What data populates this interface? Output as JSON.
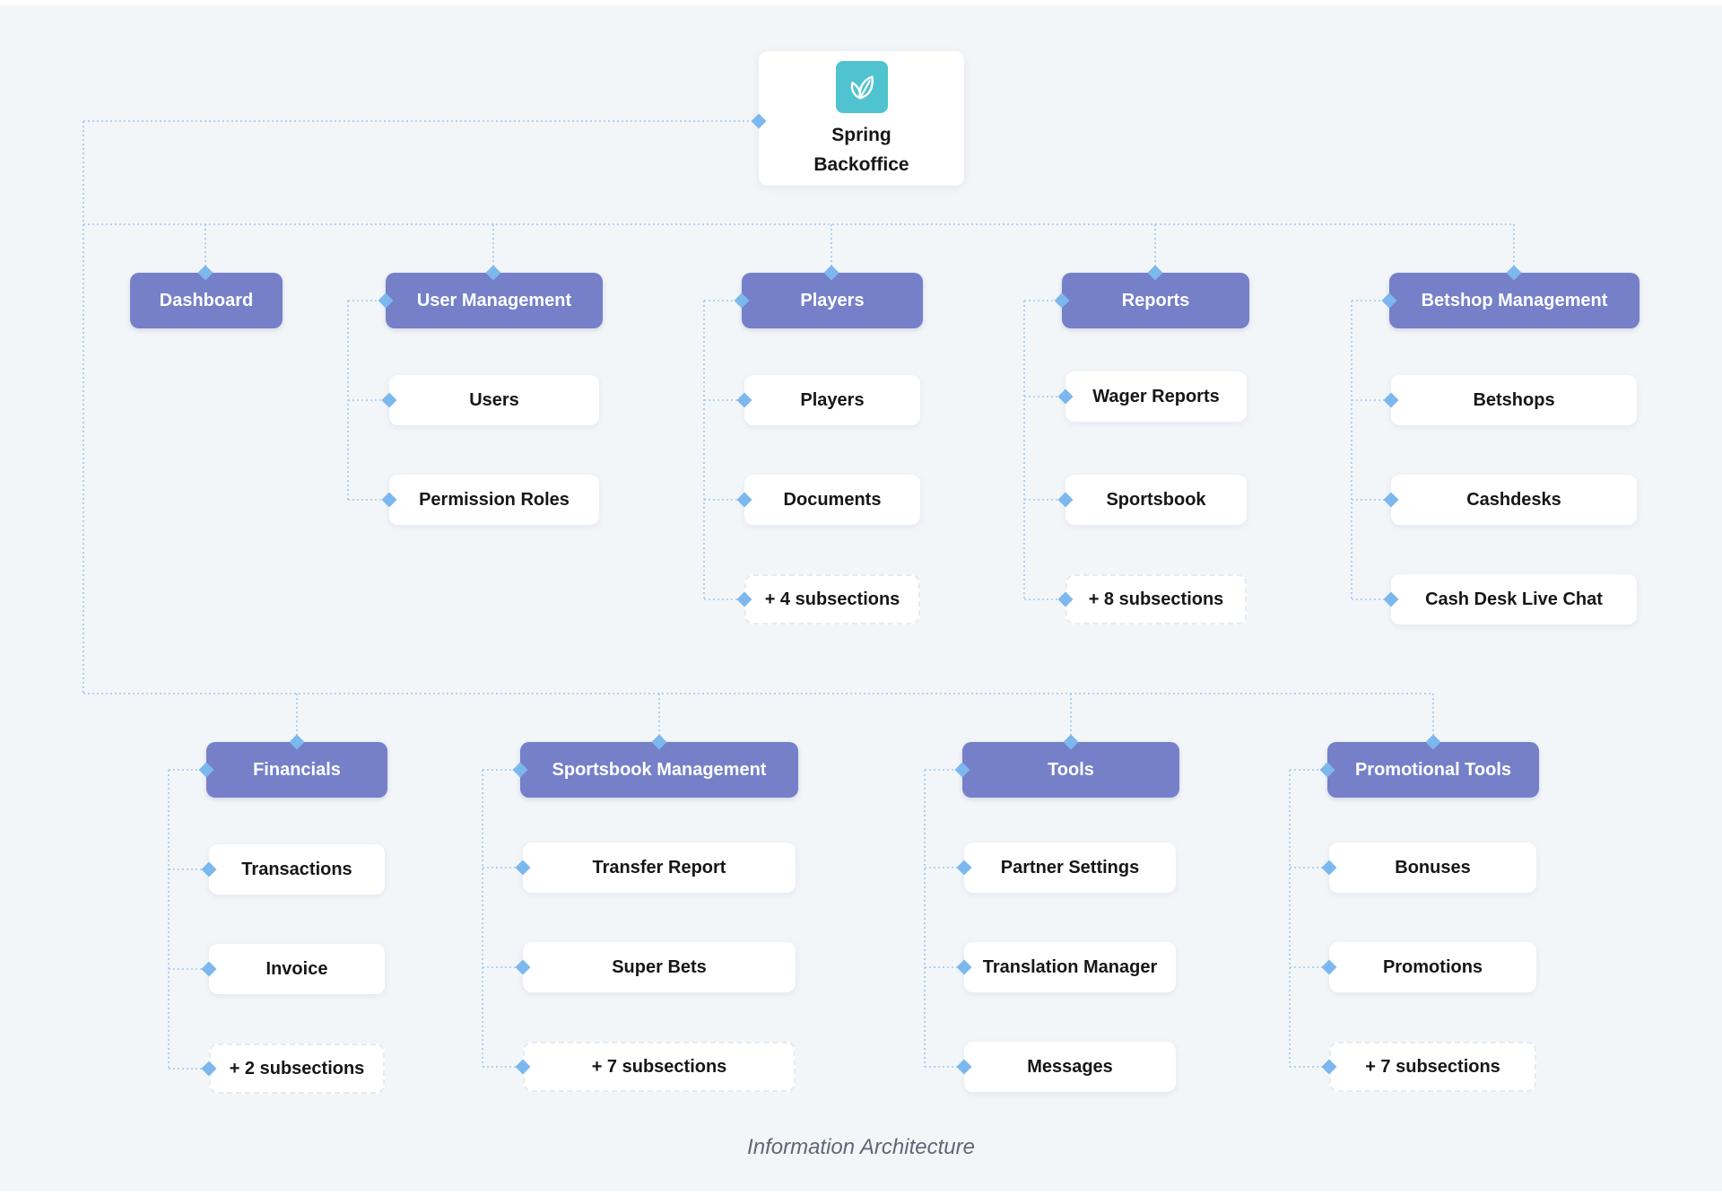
{
  "root": {
    "title": "Spring\nBackoffice",
    "logo_icon": "leaf-icon",
    "logo_color": "#4fc3cf"
  },
  "colors": {
    "category": "#7580c9",
    "connector": "#9fc7ee",
    "node_dot": "#7cb8ee"
  },
  "row1": [
    {
      "label": "Dashboard",
      "items": []
    },
    {
      "label": "User Management",
      "items": [
        "Users",
        "Permission Roles"
      ]
    },
    {
      "label": "Players",
      "items": [
        "Players",
        "Documents"
      ],
      "more": "+ 4 subsections"
    },
    {
      "label": "Reports",
      "items": [
        "Wager Reports",
        "Sportsbook"
      ],
      "more": "+ 8 subsections"
    },
    {
      "label": "Betshop Management",
      "items": [
        "Betshops",
        "Cashdesks",
        "Cash Desk Live Chat"
      ]
    }
  ],
  "row2": [
    {
      "label": "Financials",
      "items": [
        "Transactions",
        "Invoice"
      ],
      "more": "+ 2 subsections"
    },
    {
      "label": "Sportsbook Management",
      "items": [
        "Transfer Report",
        "Super Bets"
      ],
      "more": "+ 7 subsections"
    },
    {
      "label": "Tools",
      "items": [
        "Partner Settings",
        "Translation Manager",
        "Messages"
      ]
    },
    {
      "label": "Promotional Tools",
      "items": [
        "Bonuses",
        "Promotions"
      ],
      "more": "+ 7 subsections"
    }
  ],
  "caption": "Information Architecture"
}
